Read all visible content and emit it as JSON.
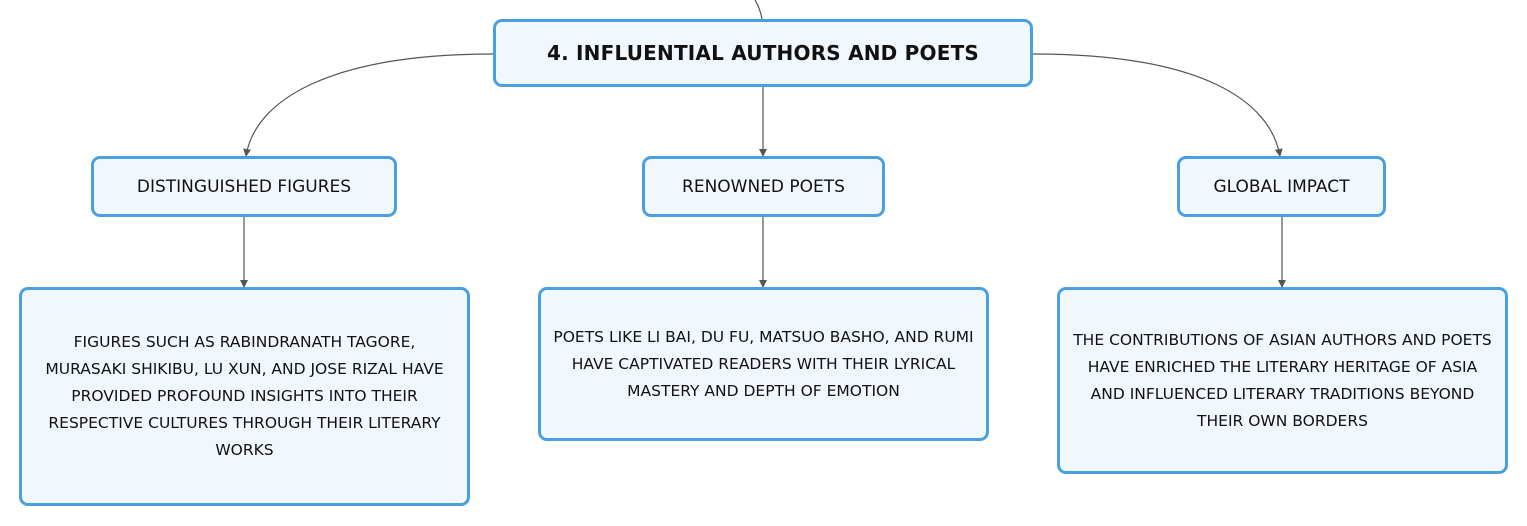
{
  "diagram": {
    "root": {
      "label": "4. INFLUENTIAL AUTHORS AND POETS"
    },
    "branches": [
      {
        "label": "DISTINGUISHED FIGURES",
        "detail": "FIGURES SUCH AS RABINDRANATH TAGORE, MURASAKI SHIKIBU, LU XUN, AND JOSE RIZAL HAVE PROVIDED PROFOUND INSIGHTS INTO THEIR RESPECTIVE CULTURES THROUGH THEIR LITERARY WORKS"
      },
      {
        "label": "RENOWNED POETS",
        "detail": "POETS LIKE LI BAI, DU FU, MATSUO BASHO, AND RUMI HAVE CAPTIVATED READERS WITH THEIR LYRICAL MASTERY AND DEPTH OF EMOTION"
      },
      {
        "label": "GLOBAL IMPACT",
        "detail": "THE CONTRIBUTIONS OF ASIAN AUTHORS AND POETS HAVE ENRICHED THE LITERARY HERITAGE OF ASIA AND INFLUENCED LITERARY TRADITIONS BEYOND THEIR OWN BORDERS"
      }
    ]
  },
  "colors": {
    "node_border": "#4a9fe0",
    "node_fill": "#f1f8fd",
    "connector": "#555555",
    "text": "#111111"
  }
}
